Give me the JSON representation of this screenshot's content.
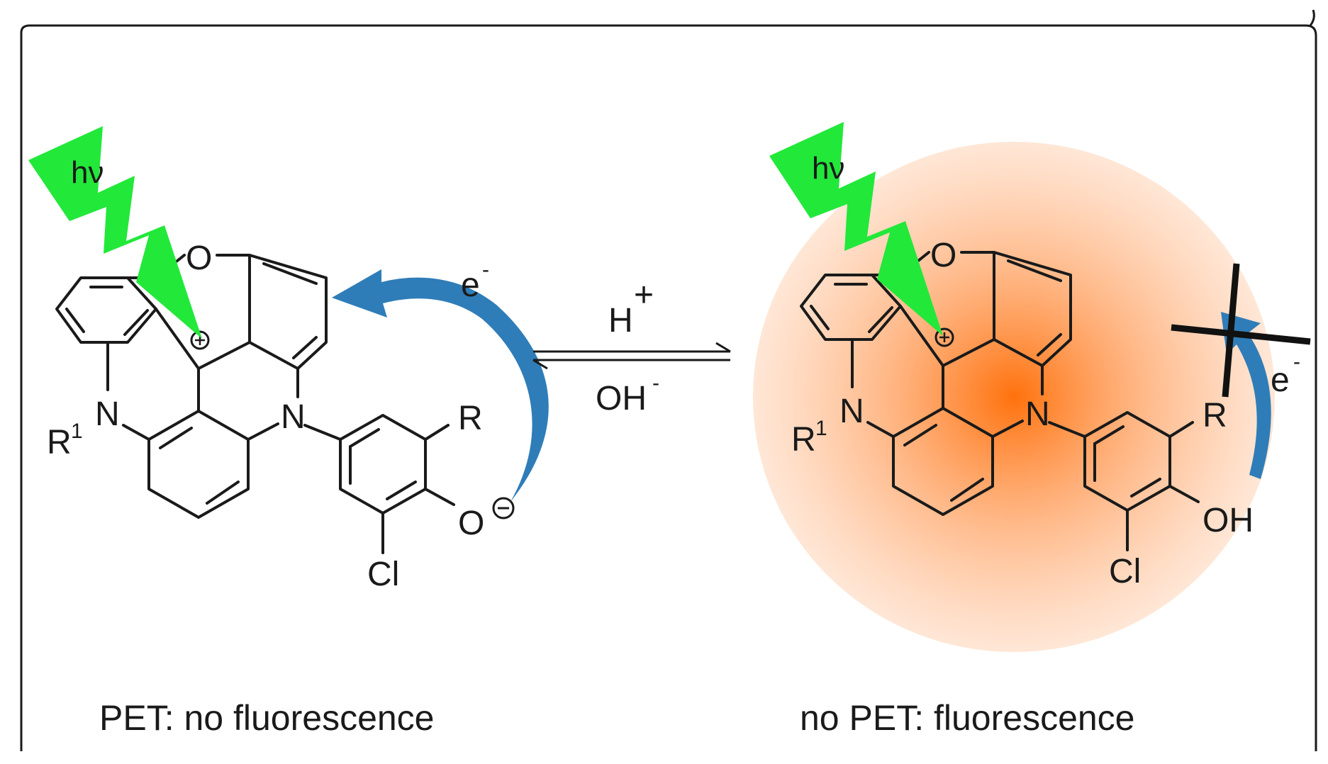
{
  "colors": {
    "bolt": "#22e83a",
    "arrow": "#2f7db8",
    "glow": "#ff7a1a",
    "line": "#1a1a1a",
    "frame": "#1a1a1a"
  },
  "left": {
    "hv": "hν",
    "oxygen": "O",
    "n_left": "N",
    "r1": "R",
    "r1_sup": "1",
    "n_right": "N",
    "r": "R",
    "phenoxide_o": "O",
    "cl": "Cl",
    "electron": "e",
    "electron_sup": "-",
    "caption": "PET: no fluorescence"
  },
  "equilibrium": {
    "top": "H",
    "top_sup": "+",
    "bottom": "OH",
    "bottom_sup": "-"
  },
  "right": {
    "hv": "hν",
    "oxygen": "O",
    "n_left": "N",
    "r1": "R",
    "r1_sup": "1",
    "n_right": "N",
    "r": "R",
    "oh": "OH",
    "cl": "Cl",
    "electron": "e",
    "electron_sup": "-",
    "caption": "no PET: fluorescence"
  }
}
